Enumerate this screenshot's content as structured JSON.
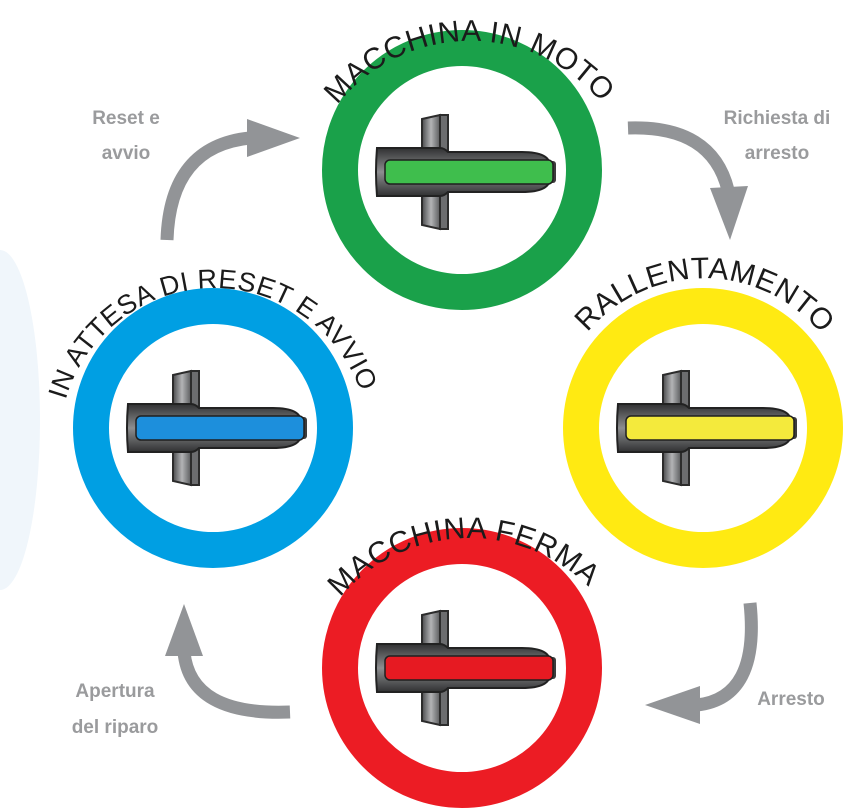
{
  "colors": {
    "green": "#1aa14a",
    "yellow": "#ffea12",
    "red": "#ec1c24",
    "blue": "#009fe3",
    "arrow": "#929497",
    "label": "#9a9b9d",
    "title": "#1b1b1b"
  },
  "states": [
    {
      "id": "running",
      "title": "MACCHINA IN MOTO",
      "color": "green",
      "icon": "rotary-handle-icon"
    },
    {
      "id": "slowing",
      "title": "RALLENTAMENTO",
      "color": "yellow",
      "icon": "rotary-handle-icon"
    },
    {
      "id": "stopped",
      "title": "MACCHINA FERMA",
      "color": "red",
      "icon": "rotary-handle-icon"
    },
    {
      "id": "waiting",
      "title": "IN ATTESA DI RESET E AVVIO",
      "color": "blue",
      "icon": "rotary-handle-icon"
    }
  ],
  "transitions": [
    {
      "id": "stop-request",
      "lines": [
        "Richiesta di",
        "arresto"
      ]
    },
    {
      "id": "stop",
      "lines": [
        "Arresto"
      ]
    },
    {
      "id": "guard-opening",
      "lines": [
        "Apertura",
        "del riparo"
      ]
    },
    {
      "id": "reset-start",
      "lines": [
        "Reset e",
        "avvio"
      ]
    }
  ]
}
